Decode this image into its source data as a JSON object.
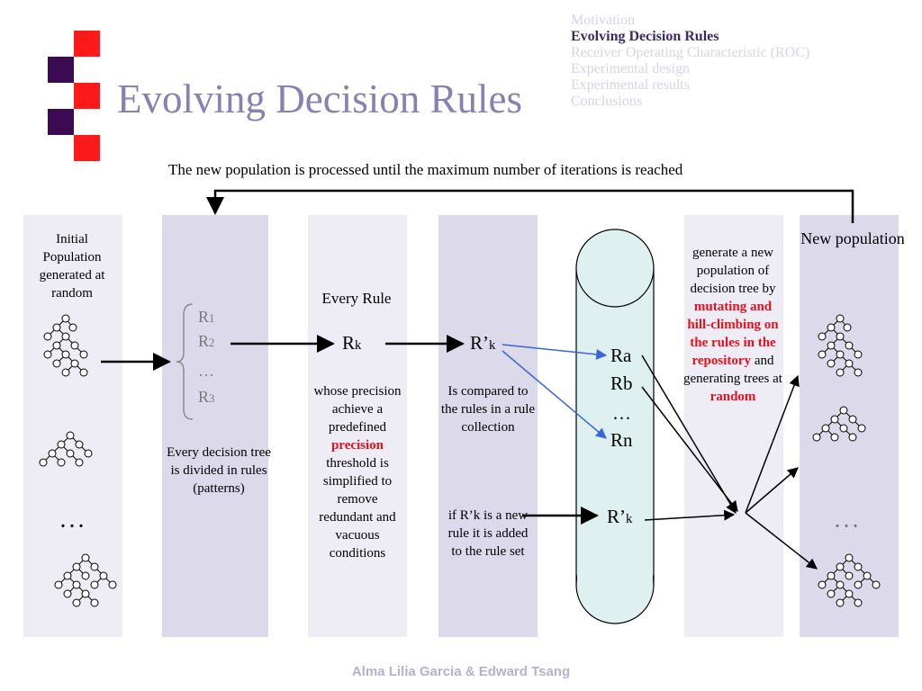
{
  "slide": {
    "title": "Evolving Decision Rules",
    "footer": "Alma Lilia Garcia & Edward Tsang"
  },
  "agenda": [
    {
      "label": "Motivation",
      "active": false
    },
    {
      "label": "Evolving Decision Rules",
      "active": true
    },
    {
      "label": "Receiver Operating Characteristic (ROC)",
      "active": false
    },
    {
      "label": "Experimental design",
      "active": false
    },
    {
      "label": "Experimental results",
      "active": false
    },
    {
      "label": "Conclusions",
      "active": false
    }
  ],
  "diagram": {
    "loop_note": "The new population is processed until the maximum number of iterations is reached",
    "initial_population": "Initial Population generated at random",
    "ellipsis": ". . .",
    "rules_list": {
      "r1": "R",
      "r1_sub": "1",
      "r2": "R",
      "r2_sub": "2",
      "dots": "…",
      "r3": "R",
      "r3_sub": "3"
    },
    "divided_text": "Every decision tree is divided in rules (patterns)",
    "every_rule": "Every Rule",
    "rk": "R",
    "rk_sub": "k",
    "whose_a": "whose precision achieve a predefined",
    "whose_red": "precision",
    "whose_b": "threshold is simplified to remove redundant and vacuous conditions",
    "rpk": "R’",
    "rpk_sub": "k",
    "compared_text": "Is compared to the rules in a rule collection",
    "if_new_text": "if R’k is a new rule it is added to the rule set",
    "repository": {
      "ra": "Ra",
      "rb": "Rb",
      "dots": "…",
      "rn": "Rn",
      "rpk": "R’",
      "rpk_sub": "k"
    },
    "generate_a": "generate a new population of decision tree by",
    "generate_red1": "mutating and hill-climbing on the rules in the repository",
    "generate_b": "and generating trees at",
    "generate_red2": "random",
    "new_population": "New population",
    "colors": {
      "title": "#8a7fb3",
      "red_square": "#ff1a1a",
      "purple_square": "#3b0a52",
      "band_light": "#eeedf6",
      "band_dark": "#dcd9ea",
      "cylinder": "#dff0f0",
      "blue_arrow": "#3a66d6",
      "emphasis": "#e8101e"
    }
  }
}
